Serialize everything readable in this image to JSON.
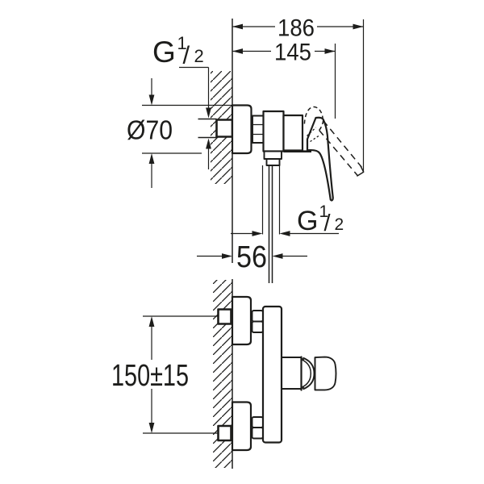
{
  "dimensions": {
    "overall_depth": "186",
    "body_depth": "145",
    "flange_diameter": "Ø70",
    "outlet_offset": "56",
    "inlet_spacing": "150±15"
  },
  "thread_label": {
    "letter": "G",
    "numerator": "1",
    "slash": "/",
    "denominator": "2"
  },
  "colors": {
    "line": "#1d1d1b",
    "background": "#ffffff"
  }
}
